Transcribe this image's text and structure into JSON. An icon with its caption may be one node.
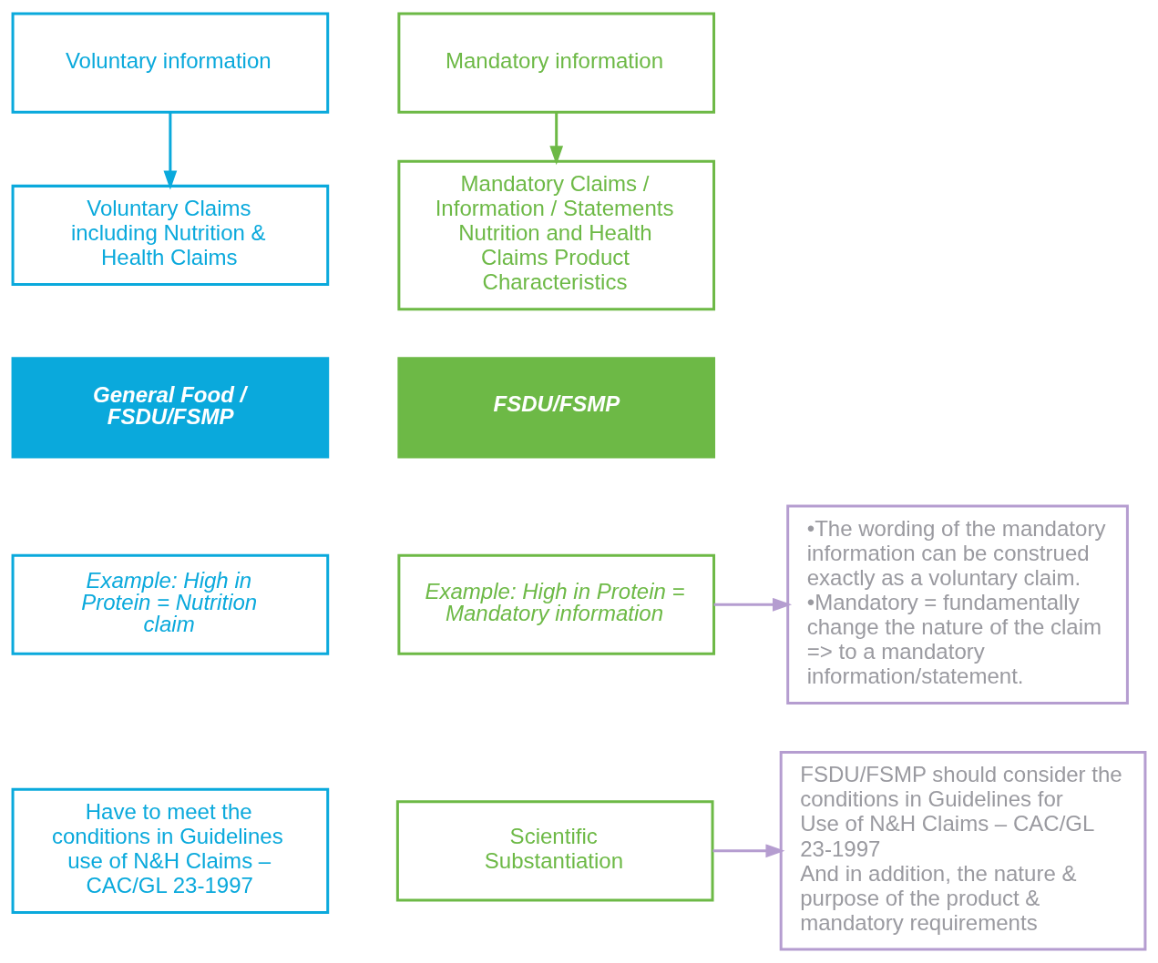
{
  "diagram": {
    "nodes": [
      {
        "text": [
          "Voluntary information"
        ]
      },
      {
        "text": [
          "Mandatory information"
        ]
      },
      {
        "text": [
          "Voluntary Claims including Nutrition & Health Claims"
        ]
      },
      {
        "text": [
          "Mandatory Claims / Information / Statements Nutrition and Health Claims Product Characteristics"
        ]
      },
      {
        "text": [
          "General Food / FSDU/FSMP"
        ]
      },
      {
        "text": [
          "FSDU/FSMP"
        ]
      },
      {
        "text": [
          "Example: High in Protein = Nutrition claim"
        ]
      },
      {
        "text": [
          "Example: High in Protein = Mandatory information"
        ]
      },
      {
        "text": [
          "•The wording of the mandatory information can be construed exactly as a voluntary claim.",
          "•Mandatory = fundamentally change the nature of the claim => to a mandatory information/statement."
        ]
      },
      {
        "text": [
          "Have to meet the conditions in Guidelines use of N&H Claims – CAC/GL 23-1997"
        ]
      },
      {
        "text": [
          "Scientific Substantiation"
        ]
      },
      {
        "text": [
          "FSDU/FSMP should consider the conditions in Guidelines for Use of N&H Claims – CAC/GL 23-1997",
          "And in addition, the nature & purpose of the product & mandatory requirements"
        ]
      }
    ],
    "edges": [
      {
        "from": 0,
        "to": 2,
        "arrow": "to",
        "color": "#0aa9dc"
      },
      {
        "from": 1,
        "to": 3,
        "arrow": "to",
        "color": "#6db946"
      },
      {
        "from": 7,
        "to": 8,
        "arrow": "to",
        "color": "#b59dd0"
      },
      {
        "from": 10,
        "to": 11,
        "arrow": "to",
        "color": "#b59dd0"
      }
    ]
  }
}
